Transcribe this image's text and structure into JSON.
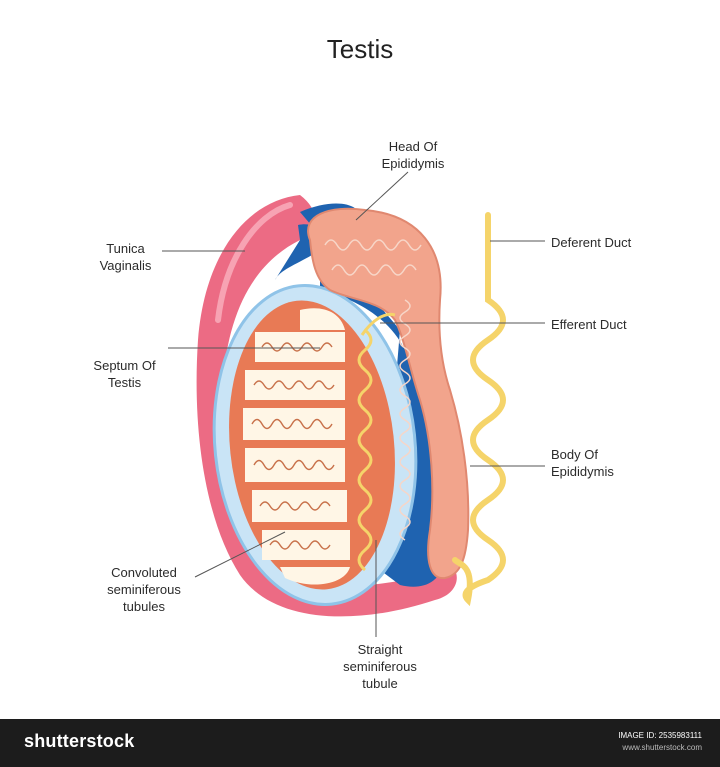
{
  "title": "Testis",
  "labels": {
    "head_of_epididymis": [
      "Head Of",
      "Epididymis"
    ],
    "tunica_vaginalis": [
      "Tunica",
      "Vaginalis"
    ],
    "deferent_duct": [
      "Deferent Duct"
    ],
    "efferent_duct": [
      "Efferent Duct"
    ],
    "septum_of_testis": [
      "Septum Of",
      "Testis"
    ],
    "body_of_epididymis": [
      "Body Of",
      "Epididymis"
    ],
    "convoluted_seminiferous_tubules": [
      "Convoluted",
      "seminiferous",
      "tubules"
    ],
    "straight_seminiferous_tubule": [
      "Straight",
      "seminiferous",
      "tubule"
    ]
  },
  "footer": {
    "brand": "shutterstock",
    "image_id": "IMAGE ID: 2535983111",
    "site": "www.shutterstock.com"
  },
  "colors": {
    "tunica": "#ec6b84",
    "tunica_light": "#f7a3b3",
    "cavity": "#1f63b0",
    "albuginea": "#c9e4f6",
    "lobule_fill": "#fff6e6",
    "septum": "#e87a55",
    "epididymis": "#f2a48c",
    "duct": "#f5d46a"
  }
}
